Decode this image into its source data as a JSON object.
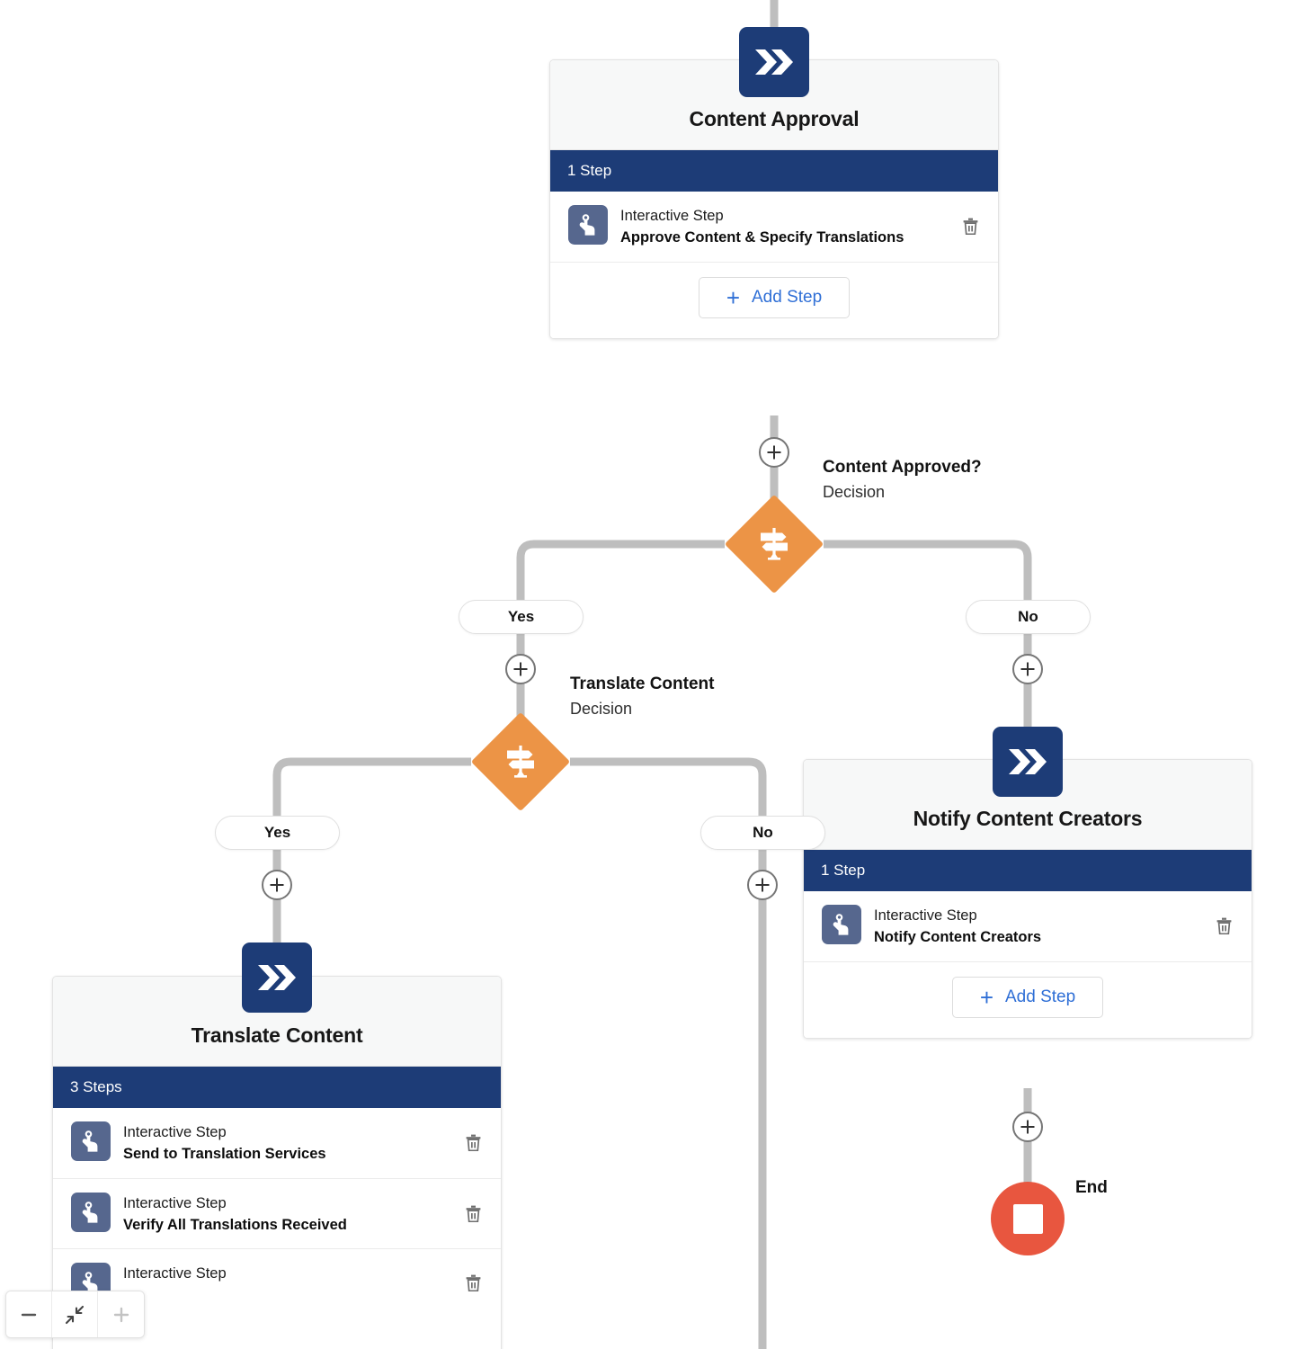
{
  "canvas": {
    "background_color": "#ffffff",
    "wire_color": "#bebebe"
  },
  "theme": {
    "stage_header_blue": "#1d3c77",
    "decision_orange": "#ec9446",
    "step_icon_slate": "#56678e",
    "end_node_red": "#e8563f",
    "add_step_link_blue": "#2f6fd6"
  },
  "stages": [
    {
      "id": "content-approval",
      "icon": "double-chevron-icon",
      "title": "Content Approval",
      "count_label": "1 Step",
      "steps": [
        {
          "kind": "Interactive Step",
          "name": "Approve Content & Specify Translations",
          "icon": "tap-hand-icon",
          "delete_icon": "trash-icon"
        }
      ],
      "add_step": {
        "label": "Add Step",
        "icon": "plus-icon"
      }
    },
    {
      "id": "notify-content-creators",
      "icon": "double-chevron-icon",
      "title": "Notify Content Creators",
      "count_label": "1 Step",
      "steps": [
        {
          "kind": "Interactive Step",
          "name": "Notify Content Creators",
          "icon": "tap-hand-icon",
          "delete_icon": "trash-icon"
        }
      ],
      "add_step": {
        "label": "Add Step",
        "icon": "plus-icon"
      }
    },
    {
      "id": "translate-content",
      "icon": "double-chevron-icon",
      "title": "Translate Content",
      "count_label": "3 Steps",
      "steps": [
        {
          "kind": "Interactive Step",
          "name": "Send to Translation Services",
          "icon": "tap-hand-icon",
          "delete_icon": "trash-icon"
        },
        {
          "kind": "Interactive Step",
          "name": "Verify All Translations Received",
          "icon": "tap-hand-icon",
          "delete_icon": "trash-icon"
        },
        {
          "kind": "Interactive Step",
          "name": "",
          "icon": "tap-hand-icon",
          "delete_icon": "trash-icon"
        }
      ]
    }
  ],
  "decisions": [
    {
      "id": "content-approved",
      "title": "Content Approved?",
      "subtitle": "Decision",
      "icon": "signpost-icon",
      "branches": [
        {
          "label": "Yes"
        },
        {
          "label": "No"
        }
      ]
    },
    {
      "id": "translate-content-decision",
      "title": "Translate Content",
      "subtitle": "Decision",
      "icon": "signpost-icon",
      "branches": [
        {
          "label": "Yes"
        },
        {
          "label": "No"
        }
      ]
    }
  ],
  "end_node": {
    "label": "End",
    "icon": "stop-square-icon"
  },
  "zoom_toolbar": {
    "buttons": [
      {
        "name": "zoom-out",
        "icon": "minus-icon"
      },
      {
        "name": "fit-to-screen",
        "icon": "fit-arrows-icon"
      },
      {
        "name": "zoom-in",
        "icon": "plus-icon"
      }
    ]
  }
}
